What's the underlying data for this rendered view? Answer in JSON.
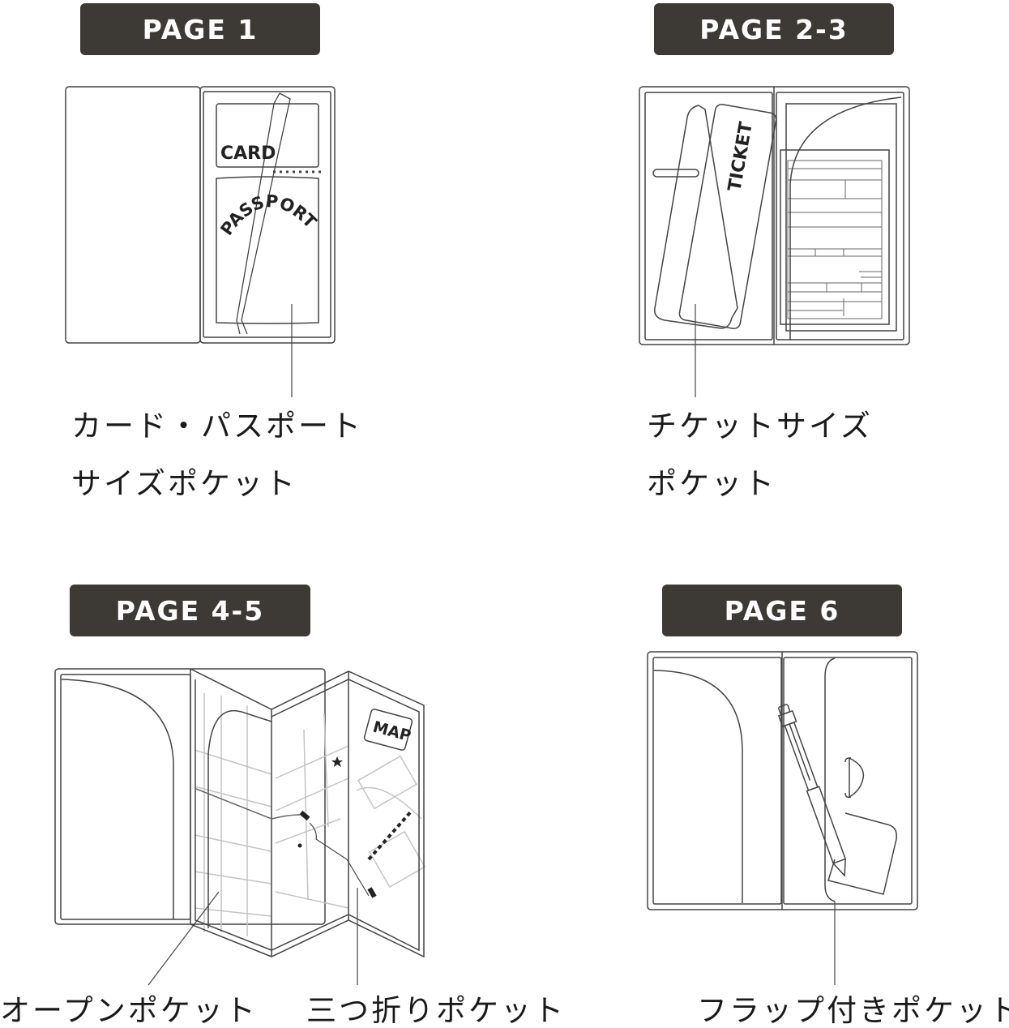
{
  "panels": [
    {
      "id": "page-1",
      "badge": "PAGE 1",
      "illustration_labels": {
        "card": "CARD",
        "passport": "PASSPORT"
      },
      "captions": [
        "カード・パスポート",
        "サイズポケット"
      ]
    },
    {
      "id": "page-2-3",
      "badge": "PAGE 2-3",
      "illustration_labels": {
        "ticket": "TICKET"
      },
      "captions": [
        "チケットサイズ",
        "ポケット"
      ]
    },
    {
      "id": "page-4-5",
      "badge": "PAGE 4-5",
      "illustration_labels": {
        "map": "MAP"
      },
      "captions": [
        "オープンポケット",
        "三つ折りポケット"
      ]
    },
    {
      "id": "page-6",
      "badge": "PAGE 6",
      "illustration_labels": {},
      "captions": [
        "フラップ付きポケット"
      ]
    }
  ],
  "colors": {
    "badge_bg": "#3d3935",
    "badge_text": "#ffffff",
    "line": "#333333",
    "map_line": "#bdbdbd"
  }
}
